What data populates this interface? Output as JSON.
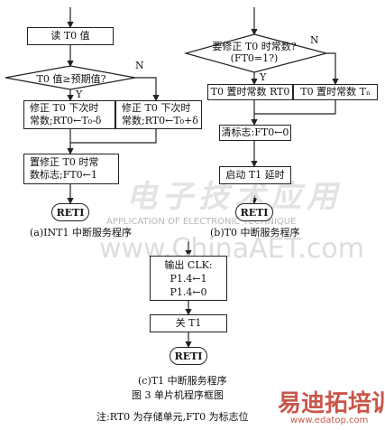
{
  "int1": {
    "read_t0": "读 T0 值",
    "decision": "T0 值≥预期值?",
    "yes": "Y",
    "no": "N",
    "left_box": "修正 T0 下次时\n常数;RT0←T₀-δ",
    "right_box": "修正 T0 下次时\n常数;RT0←T₀+δ",
    "set_flag": "置修正 T0 时常\n数标志;FT0←1",
    "reti": "RETI",
    "caption": "(a)INT1 中断服务程序"
  },
  "t0": {
    "decision": "要修正 T0 时常数?\n(FT0=1?)",
    "yes": "Y",
    "no": "N",
    "left_box": "T0 置时常数 RT0",
    "right_box": "T0 置时常数 Tₙ",
    "clear_flag": "清标志:FT0←0",
    "start_t1": "启动 T1 延时",
    "reti": "RETI",
    "caption": "(b)T0 中断服务程序"
  },
  "t1": {
    "output_box": "输出 CLK:\nP1.4←1\nP1.4←0",
    "close_t1": "关 T1",
    "reti": "RETI",
    "caption": "(c)T1 中断服务程序"
  },
  "figure": {
    "title": "图 3   单片机程序框图",
    "note": "注:RT0 为存储单元,FT0 为标志位"
  },
  "watermark": {
    "chinese": "电子技术应用",
    "english": "APPLICATION OF ELECTRONIC TECHNIQUE",
    "url": "www.ChinaAET.com",
    "brand": "易迪拓培训",
    "brand_url": "www.edatop.com"
  },
  "colors": {
    "line": "#222222",
    "watermark": "#c9c9c9",
    "brand_red": "#c0392b"
  }
}
